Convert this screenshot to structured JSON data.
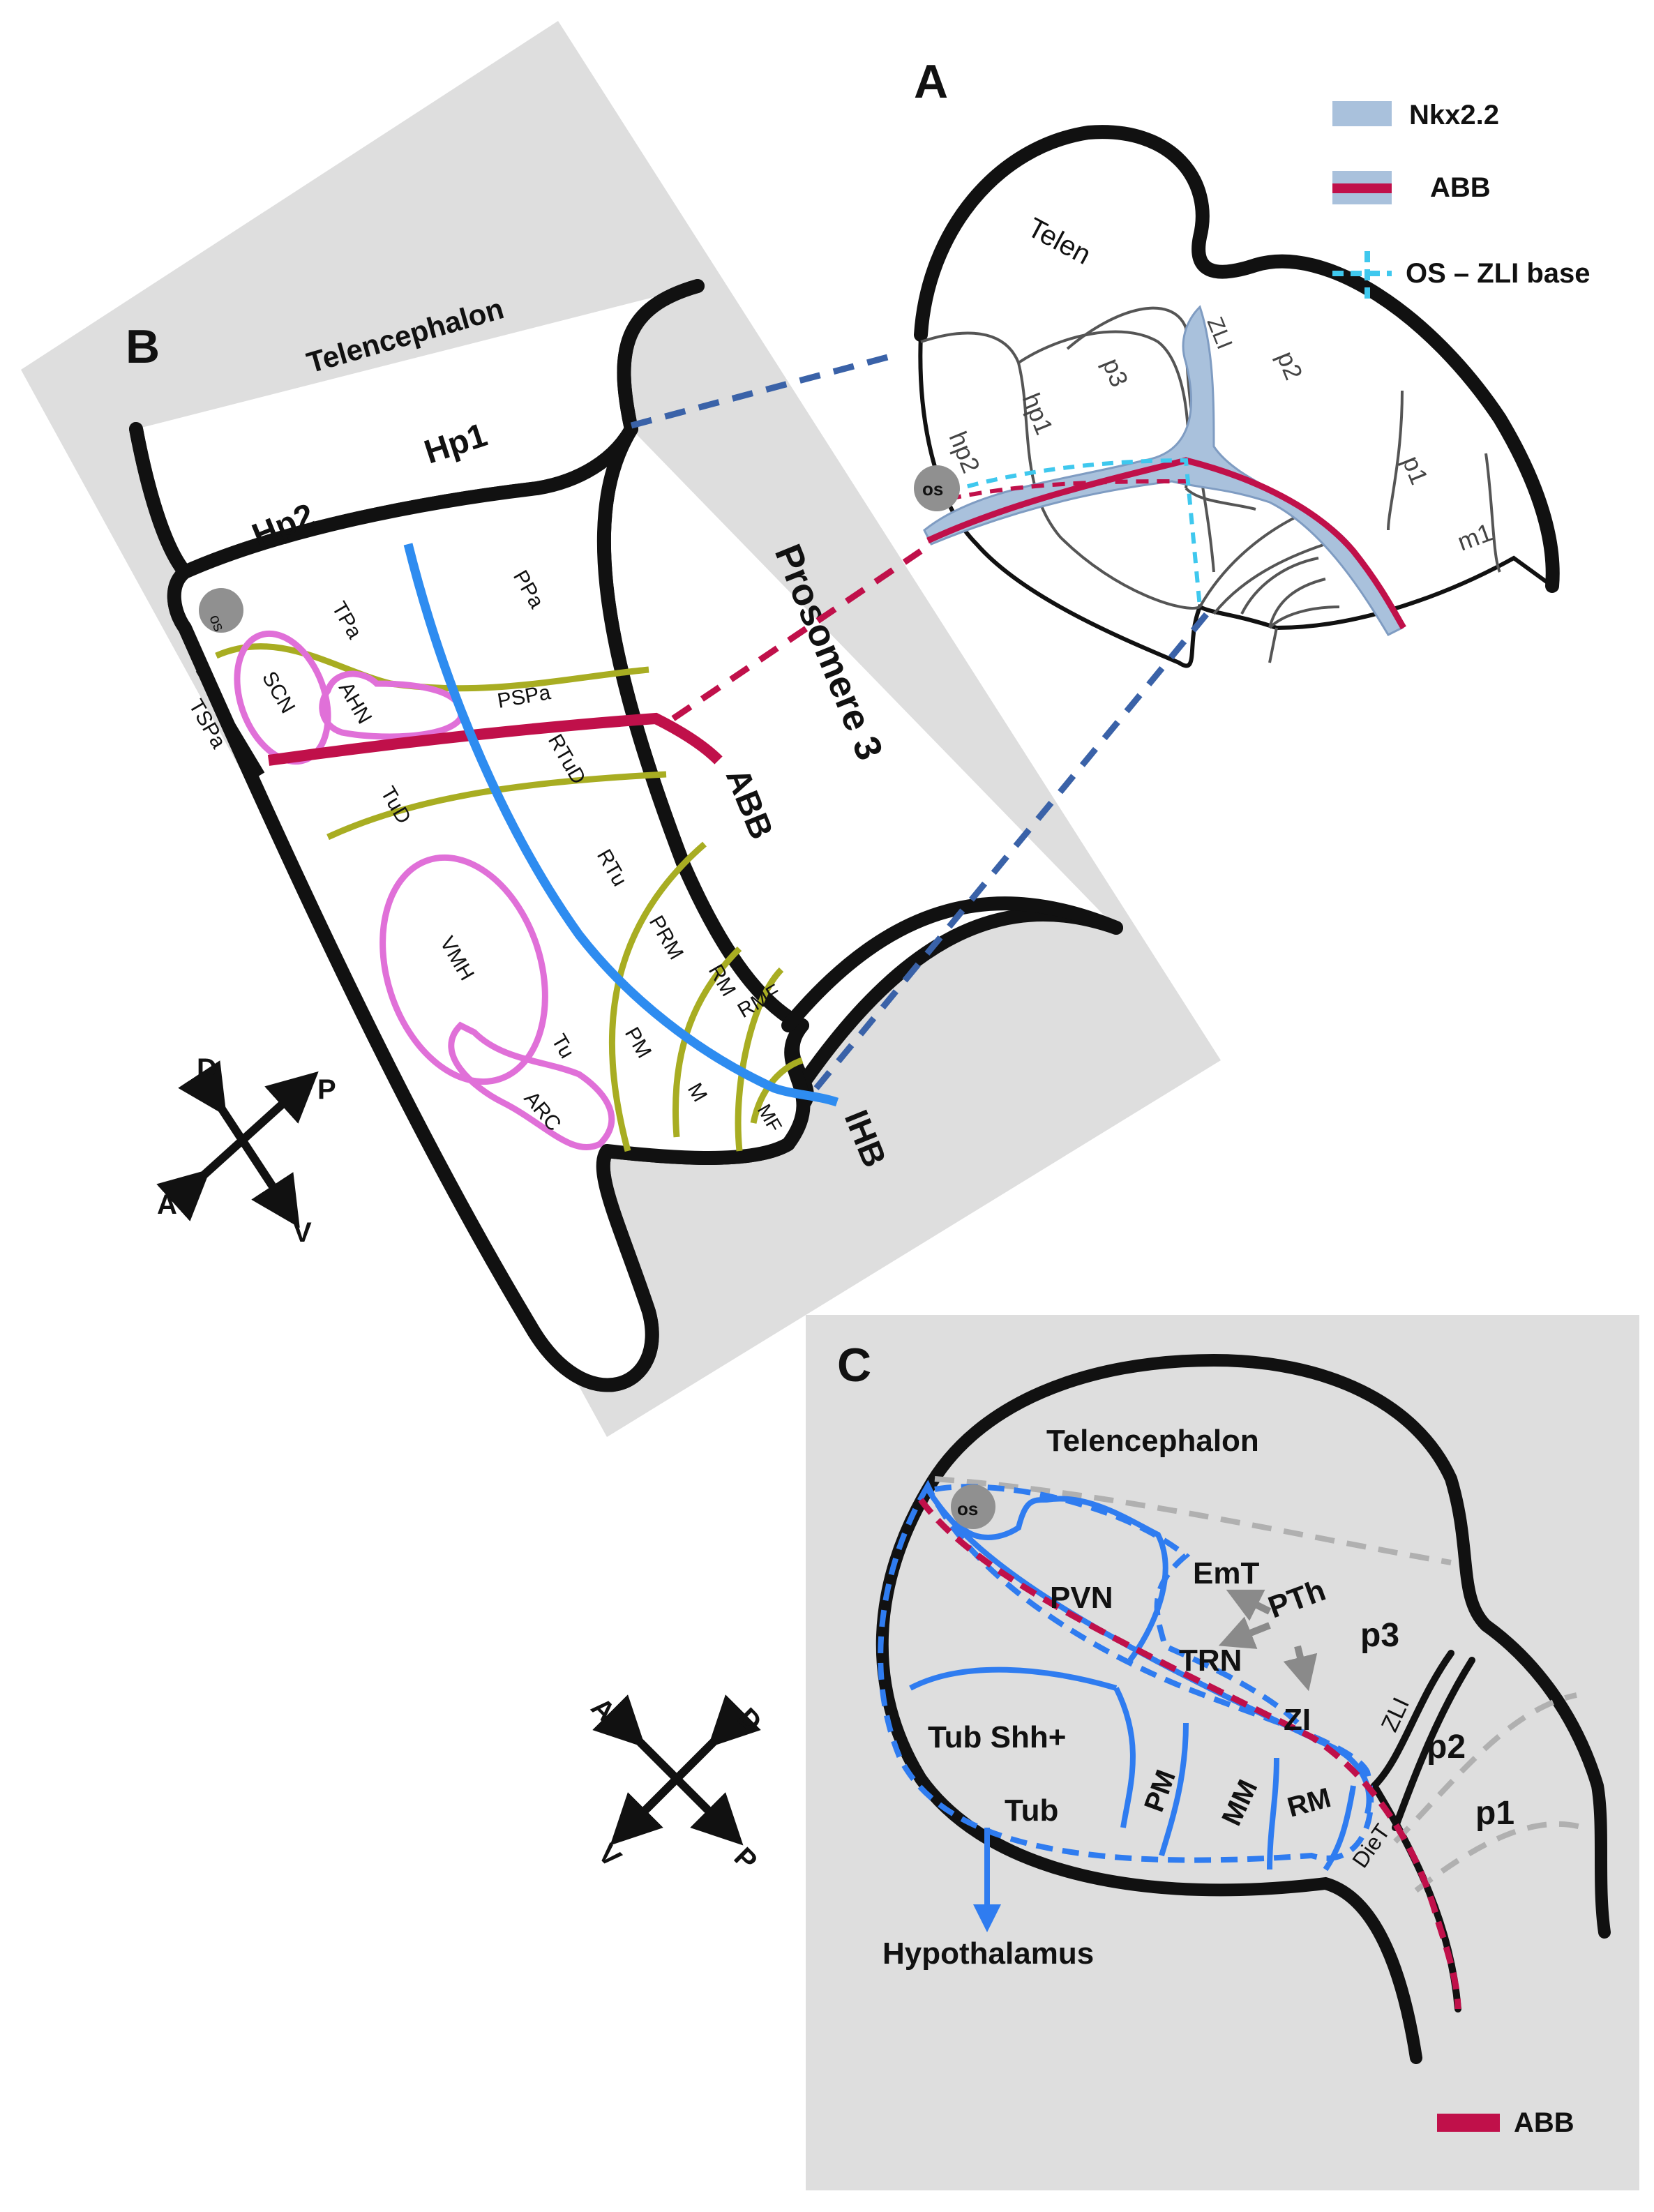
{
  "panels": {
    "A": {
      "letter": "A",
      "regions": {
        "telen": "Telen",
        "hp2": "hp2",
        "hp1": "hp1",
        "p3": "p3",
        "zli": "ZLI",
        "p2": "p2",
        "p1": "p1",
        "m1": "m1",
        "os": "os"
      },
      "legend": {
        "nkx": "Nkx2.2",
        "abb": "ABB",
        "os_zli": "OS – ZLI base"
      }
    },
    "B": {
      "letter": "B",
      "labels": {
        "telencephalon": "Telencephalon",
        "hp1": "Hp1",
        "hp2": "Hp2",
        "prosomere3": "Prosomere 3",
        "abb": "ABB",
        "ihb": "IHB",
        "os": "os",
        "tspa": "TSPa",
        "tpa": "TPa",
        "ppa": "PPa",
        "pspa": "PSPa",
        "scn": "SCN",
        "ahn": "AHN",
        "rtud": "RTuD",
        "tud": "TuD",
        "rtu": "RTu",
        "vmh": "VMH",
        "tu": "Tu",
        "prm": "PRM",
        "rm": "RM",
        "rmf": "RMF",
        "pm": "PM",
        "m": "M",
        "mf": "MF",
        "arc": "ARC"
      },
      "axes": {
        "d": "D",
        "p": "P",
        "a": "A",
        "v": "V"
      }
    },
    "C": {
      "letter": "C",
      "labels": {
        "telencephalon": "Telencephalon",
        "os": "os",
        "pvn": "PVN",
        "emt": "EmT",
        "pth": "PTh",
        "trn": "TRN",
        "zi": "ZI",
        "p3": "p3",
        "zli": "ZLI",
        "p2": "p2",
        "p1": "p1",
        "tub_shh": "Tub Shh+",
        "tub": "Tub",
        "pm": "PM",
        "mm": "MM",
        "rm": "RM",
        "diet": "DieT",
        "hypothalamus": "Hypothalamus",
        "abb_legend": "ABB"
      },
      "axes": {
        "a": "A",
        "d": "D",
        "v": "V",
        "p": "P"
      }
    }
  },
  "colors": {
    "nkx_band": "#a9c1dc",
    "abb": "#c0104a",
    "os_zli": "#3fc8ee",
    "blue_line": "#2e8cf0",
    "olive": "#a8ad22",
    "pink": "#e070d8",
    "dashed_link": "#3a62a8",
    "c_blue": "#2f7cf0",
    "panel_bg": "#dedede"
  }
}
